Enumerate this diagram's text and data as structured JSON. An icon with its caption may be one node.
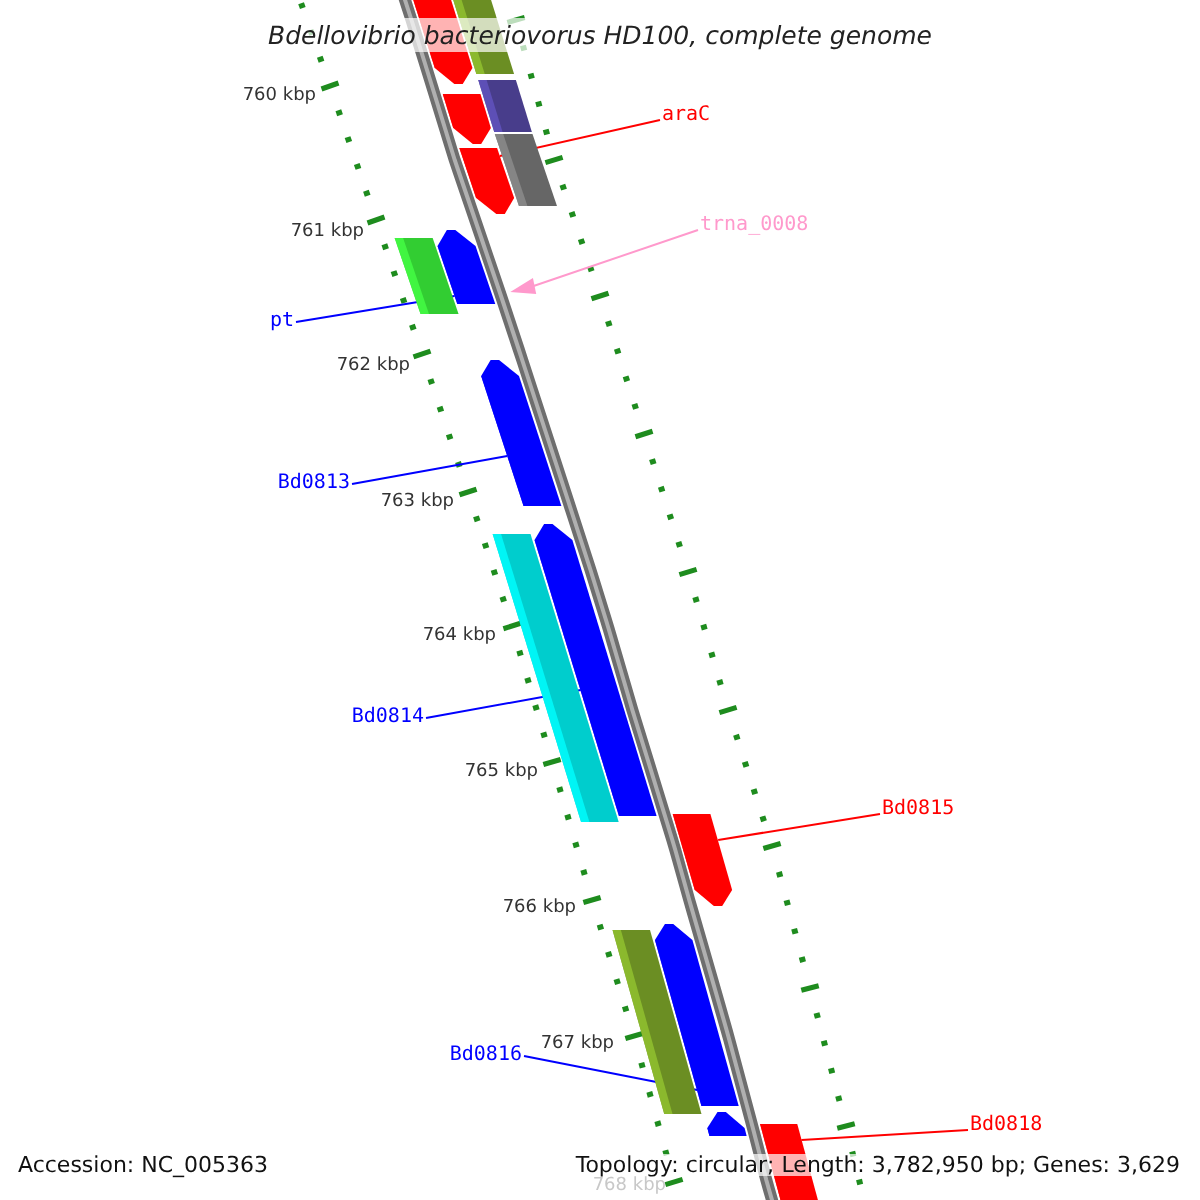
{
  "diagram": {
    "title": "Bdellovibrio bacteriovorus HD100, complete genome",
    "nodes": [
      {
        "text": [],
        "shape": "pentagon"
      },
      {
        "text": [],
        "shape": "bar"
      },
      {
        "text": [],
        "shape": "bar"
      },
      {
        "text": [],
        "shape": "pentagon"
      },
      {
        "text": [],
        "shape": "bar"
      },
      {
        "text": [],
        "shape": "pentagon"
      },
      {
        "text": [],
        "shape": "pentagon"
      },
      {
        "text": [],
        "shape": "bar"
      },
      {
        "text": [],
        "shape": "triangle"
      },
      {
        "text": [],
        "shape": "pentagon"
      },
      {
        "text": [],
        "shape": "pentagon"
      },
      {
        "text": [],
        "shape": "bar"
      },
      {
        "text": [],
        "shape": "pentagon"
      },
      {
        "text": [],
        "shape": "pentagon"
      },
      {
        "text": [],
        "shape": "bar"
      },
      {
        "text": [],
        "shape": "pentagon"
      },
      {
        "text": [],
        "shape": "pentagon"
      },
      {
        "text": [
          "araC"
        ]
      },
      {
        "text": [
          "trna_0008"
        ]
      },
      {
        "text": [
          "pt"
        ]
      },
      {
        "text": [
          "Bd0813"
        ]
      },
      {
        "text": [
          "Bd0814"
        ]
      },
      {
        "text": [
          "Bd0815"
        ]
      },
      {
        "text": [
          "Bd0816"
        ]
      },
      {
        "text": [
          "Bd0818"
        ]
      }
    ],
    "edges": [
      {
        "from": 17,
        "to": 5,
        "arrow": "none",
        "color": "#ff0000"
      },
      {
        "from": 18,
        "to": 8,
        "arrow": "none",
        "color": "#ff99cc"
      },
      {
        "from": 19,
        "to": 6,
        "arrow": "none"
      },
      {
        "from": 20,
        "to": 9,
        "arrow": "none"
      },
      {
        "from": 21,
        "to": 10,
        "arrow": "none"
      },
      {
        "from": 22,
        "to": 12,
        "arrow": "none",
        "color": "#ff0000"
      },
      {
        "from": 23,
        "to": 13,
        "arrow": "none"
      },
      {
        "from": 24,
        "to": 16,
        "arrow": "none",
        "color": "#ff0000"
      }
    ],
    "labels": [
      "760 kbp",
      "761 kbp",
      "762 kbp",
      "763 kbp",
      "764 kbp",
      "765 kbp",
      "766 kbp",
      "767 kbp",
      "768 kbp",
      "Accession: NC_005363",
      "Topology: circular; Length: 3,782,950 bp; Genes: 3,629"
    ]
  }
}
